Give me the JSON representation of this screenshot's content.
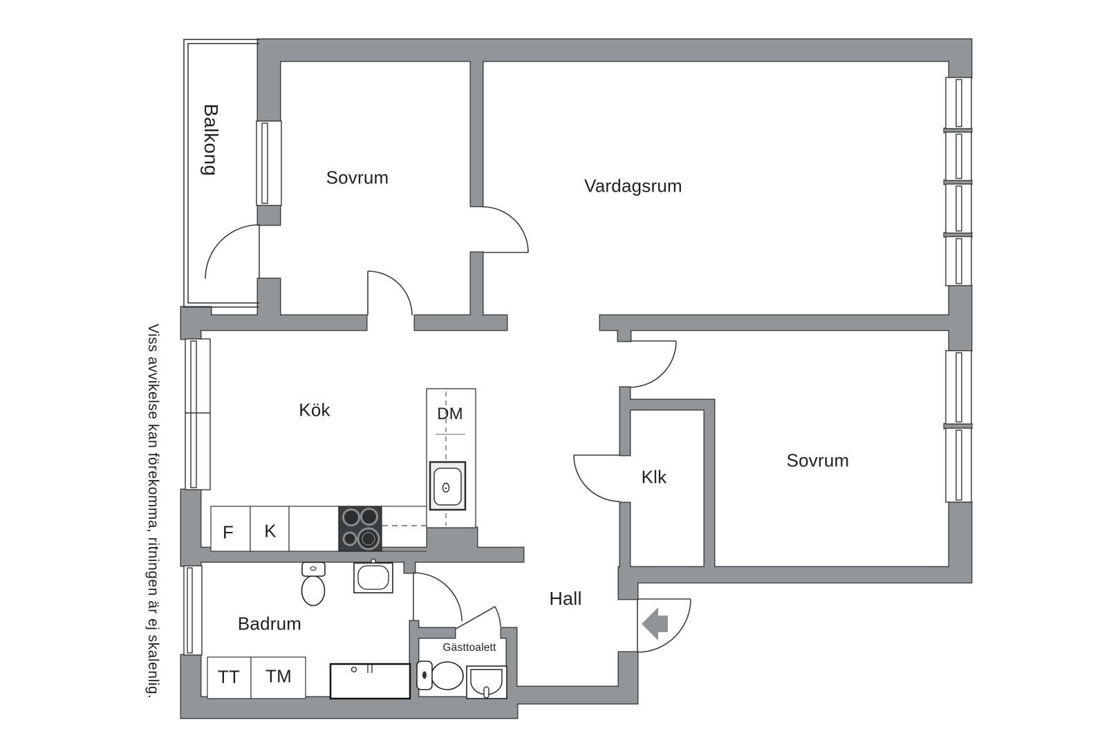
{
  "document_type": "apartment floor plan",
  "labels": {
    "balkong": "Balkong",
    "sovrum_top": "Sovrum",
    "vardagsrum": "Vardagsrum",
    "kok": "Kök",
    "dm": "DM",
    "klk": "Klk",
    "sovrum_right": "Sovrum",
    "hall": "Hall",
    "badrum": "Badrum",
    "gasttoalett": "Gästtoalett",
    "frys": "F",
    "kyl": "K",
    "torktumlare": "TT",
    "tvattmaskin": "TM"
  },
  "disclaimer": "Viss avvikelse kan förekomma, ritningen är ej skalenlig.",
  "colors": {
    "wall": "#929698",
    "wall_outline": "#3f4346",
    "line": "#3c3c3c",
    "text": "#1f1f1f",
    "background": "#ffffff",
    "stove": "#3b3e40"
  }
}
